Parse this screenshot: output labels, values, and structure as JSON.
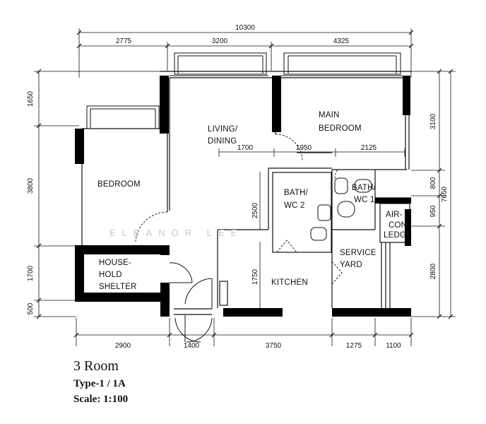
{
  "dimensions": {
    "total_width": "10300",
    "top_segments": [
      "2775",
      "3200",
      "4325"
    ],
    "inner_segments": [
      "1700",
      "1950",
      "2125"
    ],
    "bottom_segments": [
      "2900",
      "1400",
      "3750",
      "1275",
      "1100"
    ],
    "left_segments": [
      "1650",
      "3800",
      "1700",
      "500"
    ],
    "right_segments": [
      "3100",
      "800",
      "950",
      "2800"
    ],
    "total_height": "7650",
    "bath2_height": "2500",
    "kitchen_height": "1750"
  },
  "rooms": {
    "living": [
      "LIVING/",
      "DINING"
    ],
    "main_bedroom": [
      "MAIN",
      "BEDROOM"
    ],
    "bedroom": "BEDROOM",
    "bath_wc_2": [
      "BATH/",
      "WC 2"
    ],
    "bath_wc_1": [
      "BATH/",
      "WC 1"
    ],
    "aircon_ledge": [
      "AIR-",
      "CON",
      "LEDGE"
    ],
    "household_shelter": [
      "HOUSE-",
      "HOLD",
      "SHELTER"
    ],
    "service_yard": [
      "SERVICE",
      "YARD"
    ],
    "kitchen": "KITCHEN"
  },
  "watermark": "ELEANOR LEE",
  "legend": {
    "title": "3 Room",
    "type": "Type-1  / 1A",
    "scale": "Scale: 1:100"
  }
}
